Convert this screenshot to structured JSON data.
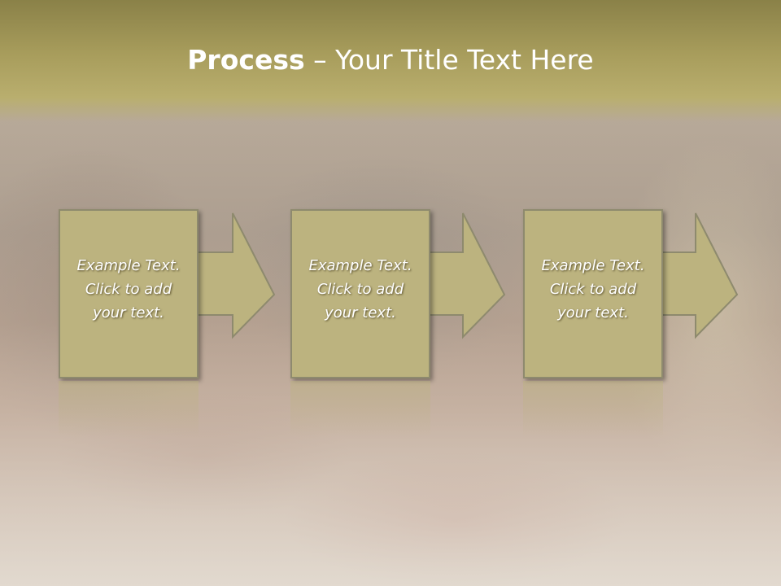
{
  "slide": {
    "title_bold": "Process",
    "title_rest": " – Your Title Text Here"
  },
  "steps": [
    {
      "text": "Example Text.\nClick  to add\nyour text."
    },
    {
      "text": "Example Text.\nClick  to add\nyour text."
    },
    {
      "text": "Example Text.\nClick  to add\nyour text."
    }
  ],
  "colors": {
    "title_bar": "#a89d5c",
    "box_fill": "#bcb37f",
    "box_border": "#8e8a6e",
    "text": "#ffffff"
  }
}
